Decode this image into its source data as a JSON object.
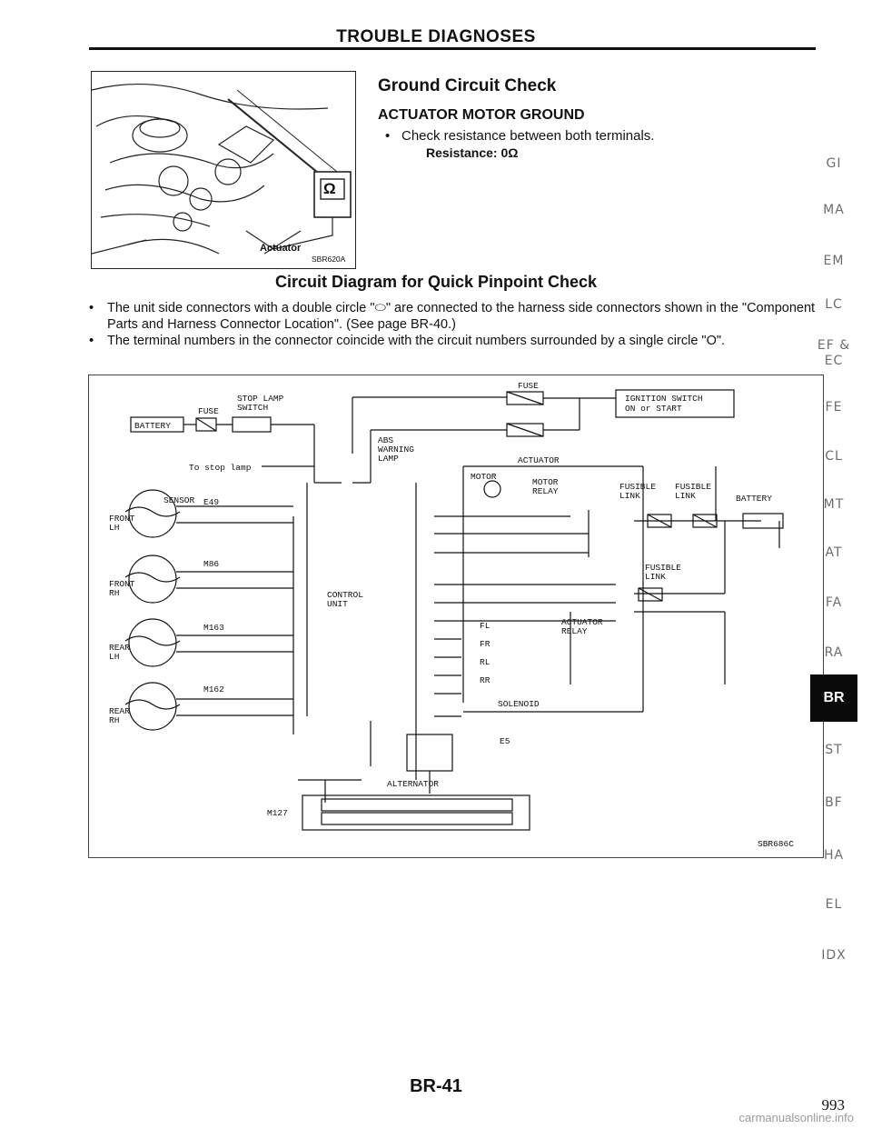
{
  "header": {
    "title": "TROUBLE DIAGNOSES"
  },
  "photo": {
    "actuator_label": "Actuator",
    "ohm_symbol": "Ω",
    "code": "SBR620A"
  },
  "section": {
    "title": "Ground Circuit Check",
    "subtitle": "ACTUATOR MOTOR GROUND",
    "bullet": "Check resistance between both terminals.",
    "resistance": "Resistance: 0Ω"
  },
  "diagram_section": {
    "title": "Circuit Diagram for Quick Pinpoint Check",
    "notes": [
      "The unit side connectors with a double circle \"⬭\" are connected to the harness side connectors shown in the \"Component Parts and Harness Connector Location\". (See page BR-40.)",
      "The terminal numbers in the connector coincide with the circuit numbers surrounded by a single circle \"O\"."
    ]
  },
  "diagram": {
    "battery": "BATTERY",
    "fuse": "FUSE",
    "stop_lamp_switch": [
      "STOP LAMP",
      "SWITCH"
    ],
    "to_stop_lamp": "To stop lamp",
    "fuse_right": "FUSE",
    "ignition": [
      "IGNITION SWITCH",
      "ON or START"
    ],
    "abs_lamp": [
      "ABS",
      "WARNING",
      "LAMP"
    ],
    "actuator": "ACTUATOR",
    "motor": "MOTOR",
    "motor_relay": [
      "MOTOR",
      "RELAY"
    ],
    "fusible_link_1": [
      "FUSIBLE",
      "LINK"
    ],
    "fusible_link_2": [
      "FUSIBLE",
      "LINK"
    ],
    "battery_right": "BATTERY",
    "fusible_link_3": [
      "FUSIBLE",
      "LINK"
    ],
    "sensor": "SENSOR",
    "front_lh": [
      "FRONT",
      "LH"
    ],
    "front_rh": [
      "FRONT",
      "RH"
    ],
    "rear_lh": [
      "REAR",
      "LH"
    ],
    "rear_rh": [
      "REAR",
      "RH"
    ],
    "control_unit": [
      "CONTROL",
      "UNIT"
    ],
    "actuator_relay": [
      "ACTUATOR",
      "RELAY"
    ],
    "solenoid": "SOLENOID",
    "alternator": "ALTERNATOR",
    "sol_labels": [
      "FL",
      "FR",
      "RL",
      "RR"
    ],
    "connectors": [
      "E49",
      "M86",
      "M163",
      "M162",
      "E5",
      "M127"
    ],
    "code": "SBR686C"
  },
  "side_tabs": [
    "GI",
    "MA",
    "EM",
    "LC",
    "EF &",
    "EC",
    "FE",
    "CL",
    "MT",
    "AT",
    "FA",
    "RA",
    "BR",
    "ST",
    "BF",
    "HA",
    "EL",
    "IDX"
  ],
  "footer": {
    "page": "BR-41",
    "page_total": "993",
    "watermark": "carmanualsonline.info"
  }
}
